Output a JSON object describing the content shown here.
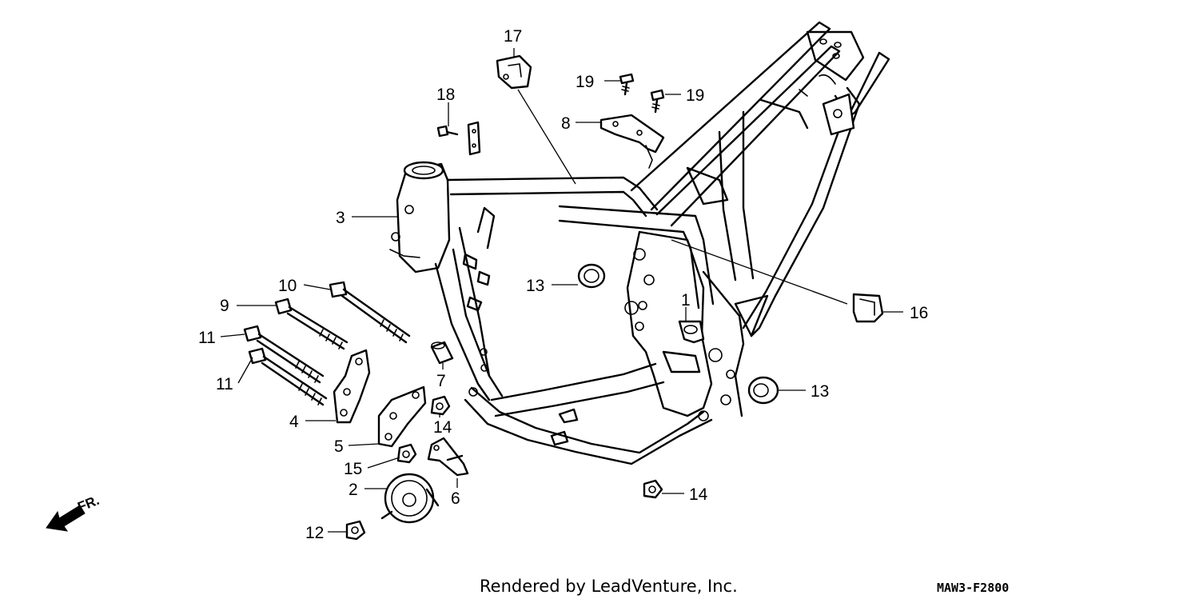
{
  "diagram": {
    "callouts": [
      {
        "id": "c17",
        "label": "17"
      },
      {
        "id": "c19a",
        "label": "19"
      },
      {
        "id": "c19b",
        "label": "19"
      },
      {
        "id": "c18",
        "label": "18"
      },
      {
        "id": "c8",
        "label": "8"
      },
      {
        "id": "c3",
        "label": "3"
      },
      {
        "id": "c13a",
        "label": "13"
      },
      {
        "id": "c10",
        "label": "10"
      },
      {
        "id": "c9",
        "label": "9"
      },
      {
        "id": "c1",
        "label": "1"
      },
      {
        "id": "c16",
        "label": "16"
      },
      {
        "id": "c11a",
        "label": "11"
      },
      {
        "id": "c11b",
        "label": "11"
      },
      {
        "id": "c7",
        "label": "7"
      },
      {
        "id": "c13b",
        "label": "13"
      },
      {
        "id": "c4",
        "label": "4"
      },
      {
        "id": "c14a",
        "label": "14"
      },
      {
        "id": "c5",
        "label": "5"
      },
      {
        "id": "c15",
        "label": "15"
      },
      {
        "id": "c2",
        "label": "2"
      },
      {
        "id": "c6",
        "label": "6"
      },
      {
        "id": "c14b",
        "label": "14"
      },
      {
        "id": "c12",
        "label": "12"
      }
    ],
    "direction_label": "FR.",
    "credit": "Rendered by LeadVenture, Inc.",
    "diagram_code": "MAW3-F2800"
  }
}
